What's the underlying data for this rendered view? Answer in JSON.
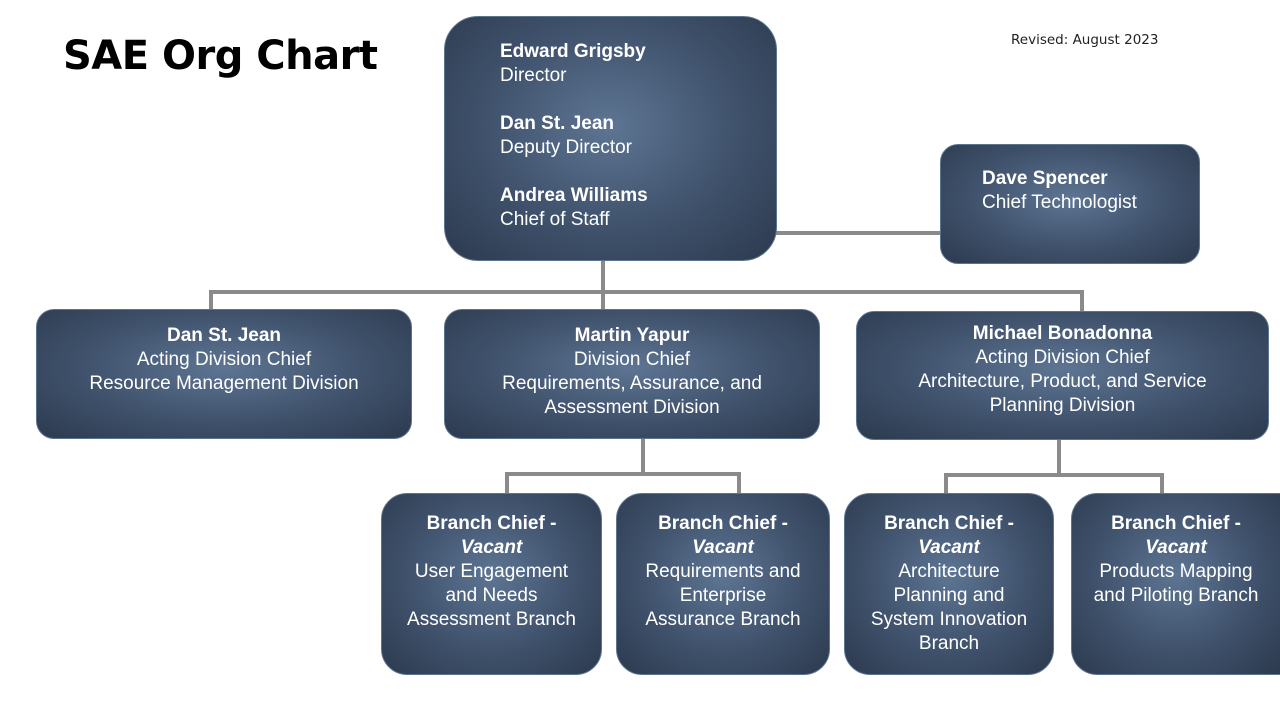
{
  "title": "SAE Org Chart",
  "revised": "Revised: August 2023",
  "director_office": [
    {
      "name": "Edward Grigsby",
      "role": "Director"
    },
    {
      "name": "Dan St. Jean",
      "role": "Deputy Director"
    },
    {
      "name": "Andrea Williams",
      "role": "Chief of Staff"
    }
  ],
  "chief_technologist": {
    "name": "Dave Spencer",
    "role": "Chief Technologist"
  },
  "divisions": [
    {
      "name": "Dan St. Jean",
      "role": "Acting Division Chief",
      "unit": [
        "Resource Management Division"
      ]
    },
    {
      "name": "Martin Yapur",
      "role": "Division Chief",
      "unit": [
        "Requirements, Assurance, and",
        "Assessment Division"
      ]
    },
    {
      "name": "Michael Bonadonna",
      "role": "Acting Division Chief",
      "unit": [
        "Architecture, Product, and Service",
        "Planning Division"
      ]
    }
  ],
  "branches": [
    {
      "title": "Branch Chief -",
      "status": "Vacant",
      "unit": [
        "User Engagement",
        "and Needs",
        "Assessment Branch"
      ]
    },
    {
      "title": "Branch Chief -",
      "status": "Vacant",
      "unit": [
        "Requirements and",
        "Enterprise",
        "Assurance Branch"
      ]
    },
    {
      "title": "Branch Chief -",
      "status": "Vacant",
      "unit": [
        "Architecture",
        "Planning and",
        "System Innovation",
        "Branch"
      ]
    },
    {
      "title": "Branch Chief -",
      "status": "Vacant",
      "unit": [
        "Products Mapping",
        "and Piloting Branch"
      ]
    }
  ],
  "colors": {
    "box_fill": "#3f516b",
    "box_border": "#5b7590",
    "connector": "#8a8a8a",
    "text": "#ffffff"
  }
}
